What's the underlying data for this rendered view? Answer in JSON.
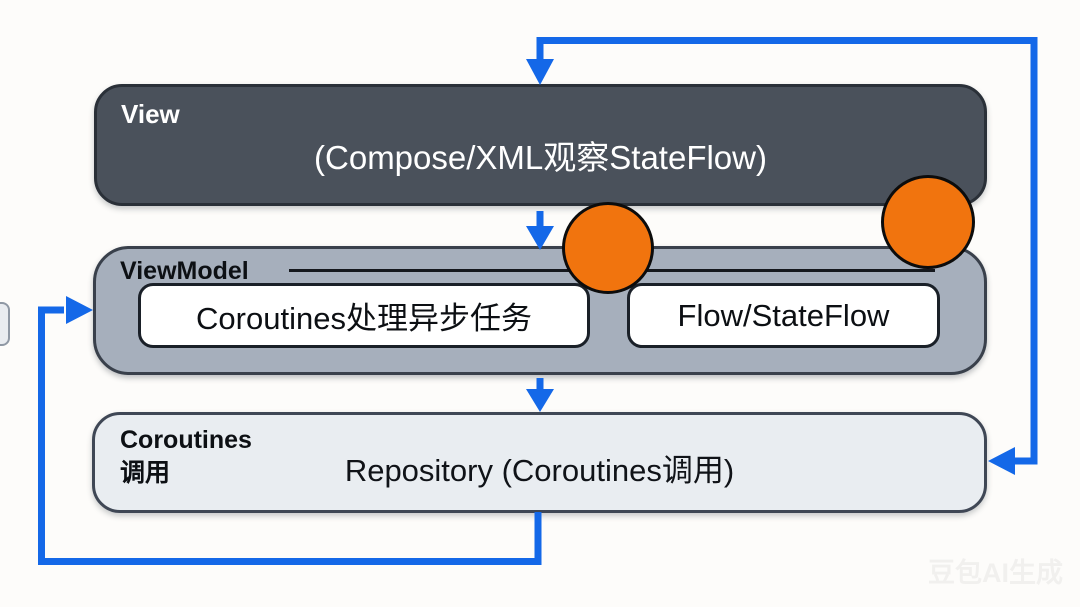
{
  "diagram": {
    "view": {
      "name": "View",
      "detail": "(Compose/XML观察StateFlow)"
    },
    "viewmodel": {
      "name": "ViewModel",
      "items": [
        {
          "label": "Coroutines处理异步任务"
        },
        {
          "label": "Flow/StateFlow"
        }
      ]
    },
    "repository": {
      "side_label_line1": "Coroutines",
      "side_label_line2": "调用",
      "label": "Repository (Coroutines调用)"
    }
  },
  "watermark": "豆包AI生成",
  "colors": {
    "view_fill": "#4a515b",
    "viewmodel_fill": "#a6afbc",
    "repository_fill": "#e9edf1",
    "inner_fill": "#ffffff",
    "arrow_blue": "#1468e8",
    "marker_orange": "#f1740e"
  }
}
